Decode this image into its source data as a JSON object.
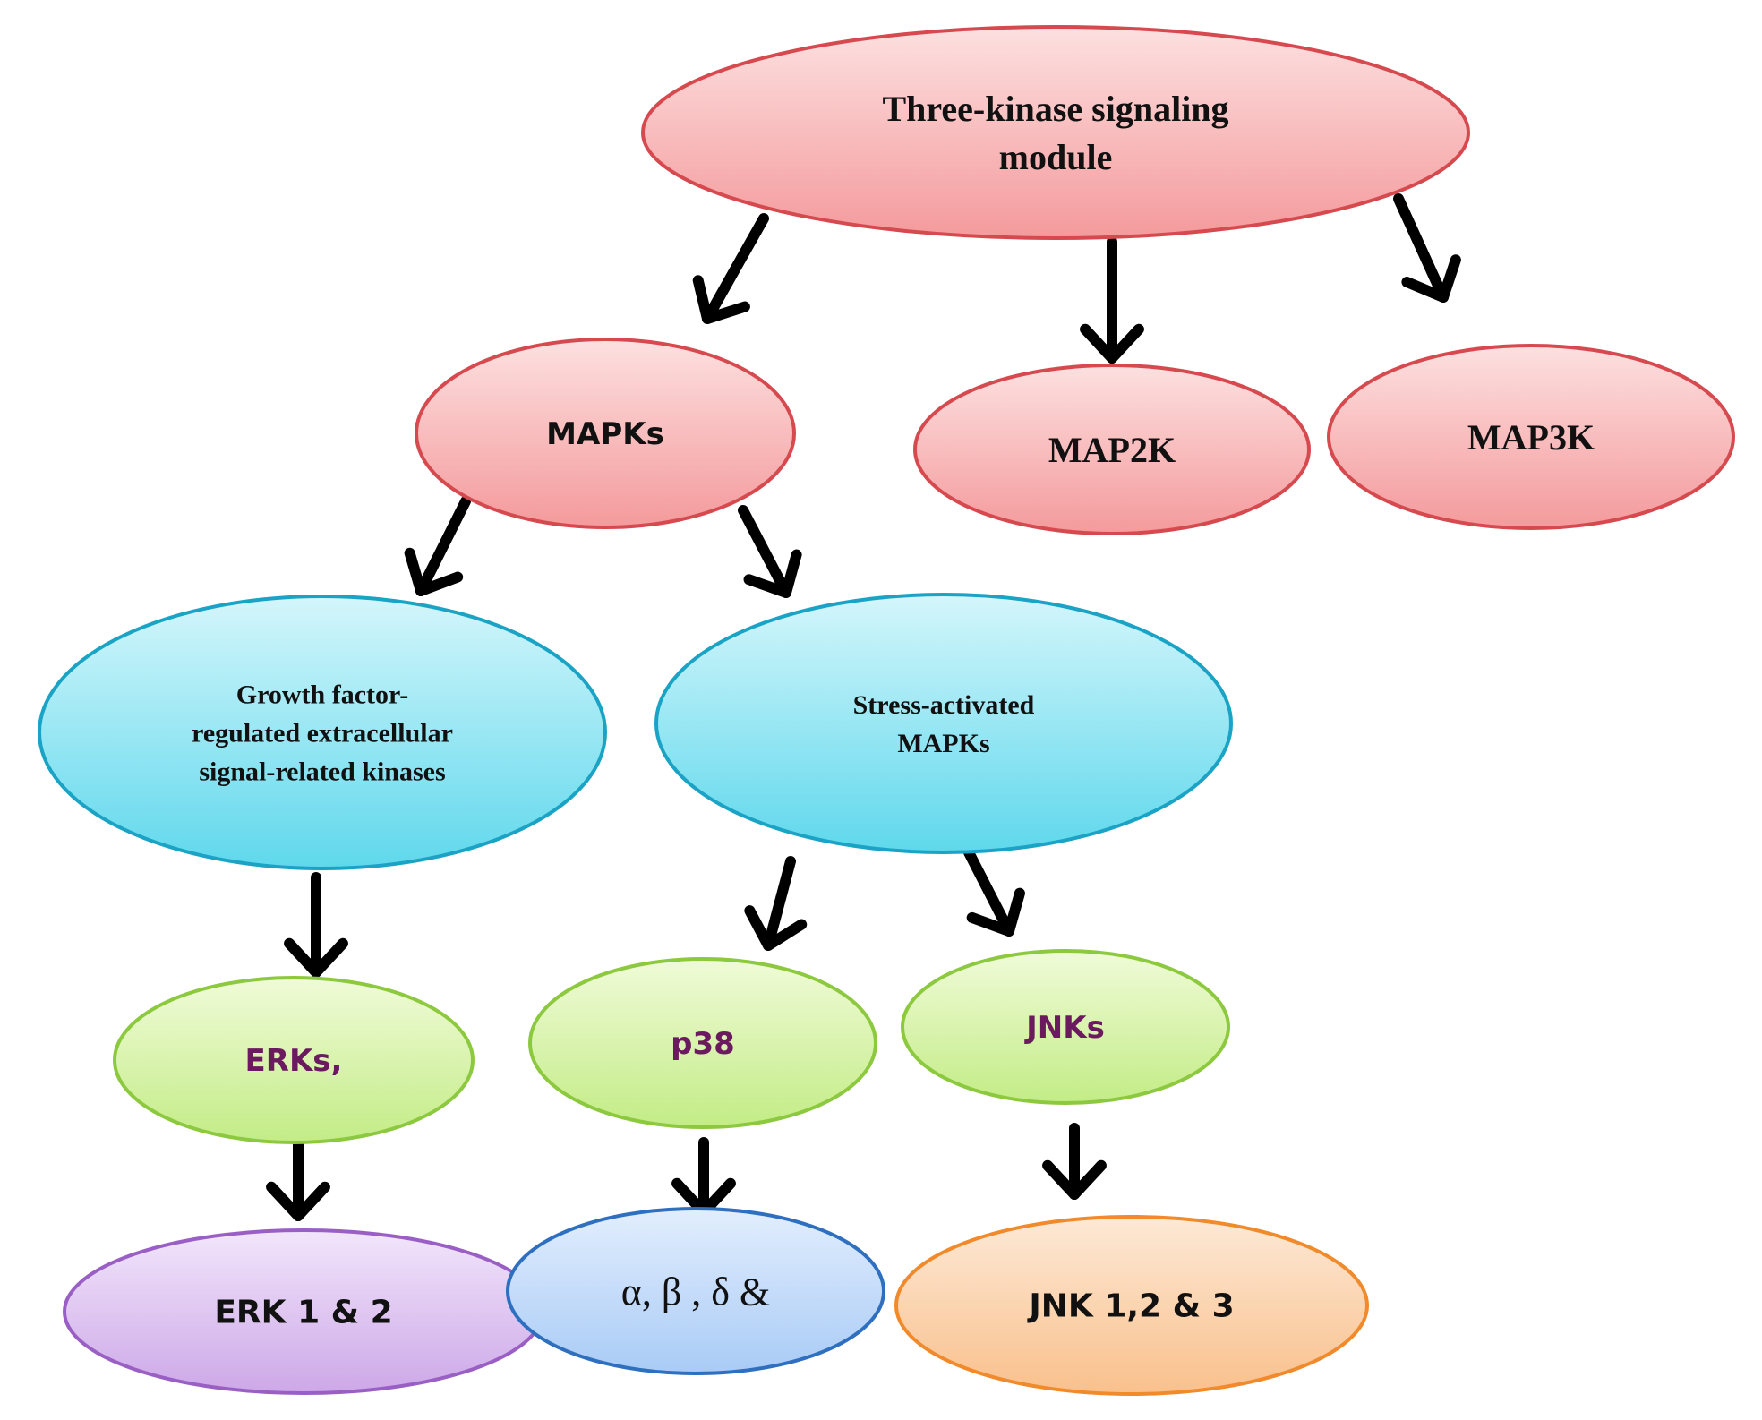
{
  "nodes": {
    "root": {
      "lines": [
        "Three-kinase signaling",
        "module"
      ]
    },
    "mapks": {
      "lines": [
        "MAPKs"
      ]
    },
    "map2k": {
      "lines": [
        "MAP2K"
      ]
    },
    "map3k": {
      "lines": [
        "MAP3K"
      ]
    },
    "growth": {
      "lines": [
        "Growth factor-",
        "regulated extracellular",
        "signal-related kinases"
      ]
    },
    "stress": {
      "lines": [
        "Stress-activated",
        "MAPKs"
      ]
    },
    "erks": {
      "lines": [
        "ERKs,"
      ]
    },
    "p38": {
      "lines": [
        "p38"
      ]
    },
    "jnks": {
      "lines": [
        "JNKs"
      ]
    },
    "erk12": {
      "lines": [
        "ERK 1 & 2"
      ]
    },
    "greek": {
      "lines": [
        "α,  β  ,  δ  &"
      ]
    },
    "jnk123": {
      "lines": [
        "JNK 1,2  & 3"
      ]
    }
  },
  "colors": {
    "red_fill_top": "#fde0e0",
    "red_fill_bottom": "#f49a9c",
    "red_stroke": "#d64a4f",
    "cyan_fill_top": "#d4f6fb",
    "cyan_fill_bottom": "#5fd8ec",
    "cyan_stroke": "#1aa3c4",
    "green_fill_top": "#f0fbd8",
    "green_fill_bottom": "#c3ec86",
    "green_stroke": "#8cc93f",
    "purple_fill_top": "#f2e6fb",
    "purple_fill_bottom": "#cda8e8",
    "purple_stroke": "#9a5fc4",
    "blue_fill_top": "#e2eefd",
    "blue_fill_bottom": "#a9cbf6",
    "blue_stroke": "#2f6fbf",
    "orange_fill_top": "#fde9d6",
    "orange_fill_bottom": "#f9c08c",
    "orange_stroke": "#f08a2a",
    "label_purple": "#6b1a5f",
    "arrow": "#000000"
  },
  "arrows": [
    {
      "from": "root",
      "to": "mapks"
    },
    {
      "from": "root",
      "to": "map2k"
    },
    {
      "from": "root",
      "to": "map3k"
    },
    {
      "from": "mapks",
      "to": "growth"
    },
    {
      "from": "mapks",
      "to": "stress"
    },
    {
      "from": "growth",
      "to": "erks"
    },
    {
      "from": "stress",
      "to": "p38"
    },
    {
      "from": "stress",
      "to": "jnks"
    },
    {
      "from": "erks",
      "to": "erk12"
    },
    {
      "from": "p38",
      "to": "greek"
    },
    {
      "from": "jnks",
      "to": "jnk123"
    }
  ]
}
